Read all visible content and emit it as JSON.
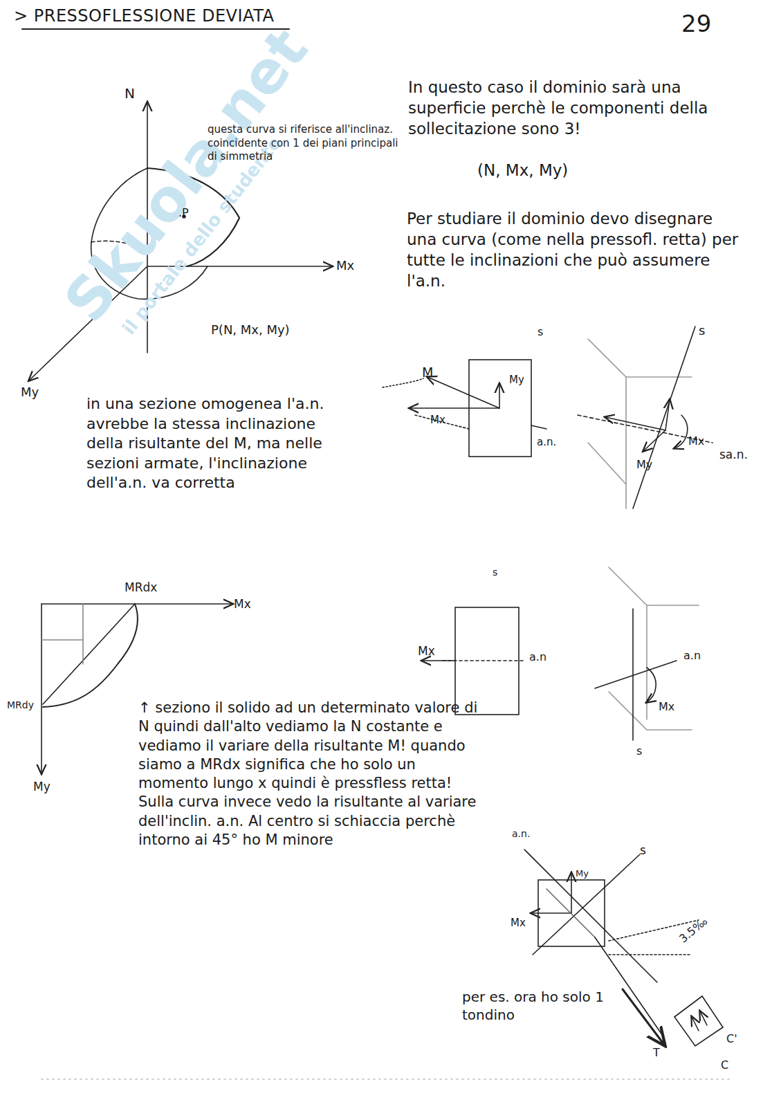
{
  "diagram": {
    "title": "> PRESSOFLESSIONE DEVIATA",
    "labels": [
      "29",
      "Skuola.net",
      "il portale dello studente",
      "N",
      "questa curva si riferisce all'inclinaz. coincidente con 1 dei piani principali di simmetria",
      ".P",
      "Mx",
      "P(N, Mx, My)",
      "My",
      "In questo caso il dominio sarà una superficie perchè le componenti della sollecitazione sono 3!",
      "(N, Mx, My)",
      "Per studiare il dominio devo disegnare una curva (come nella pressofl. retta) per tutte le inclinazioni che può assumere l'a.n.",
      "s",
      "M",
      "My",
      "Mx",
      "a.n.",
      "s",
      "Mx",
      "My",
      "sa.n.",
      "in una sezione omogenea l'a.n. avrebbe la stessa inclinazione della risultante del M, ma nelle sezioni armate, l'inclinazione dell'a.n. va corretta",
      "MRdx",
      "Mx",
      "MRdy",
      "My",
      "↑ seziono il solido ad un determinato valore di N quindi dall'alto vediamo la N costante e vediamo il variare della risultante M! quando siamo a MRdx significa che ho solo un momento lungo x quindi è pressfless retta! Sulla curva invece vedo la risultante al variare dell'inclin. a.n. Al centro si schiaccia perchè intorno ai 45° ho M minore",
      "s",
      "Mx",
      "a.n",
      "a.n",
      "Mx",
      "s",
      "a.n.",
      "My",
      "s",
      "Mx",
      "3.5‰",
      "C'",
      "C",
      "T",
      "per es. ora ho solo 1 tondino"
    ]
  }
}
